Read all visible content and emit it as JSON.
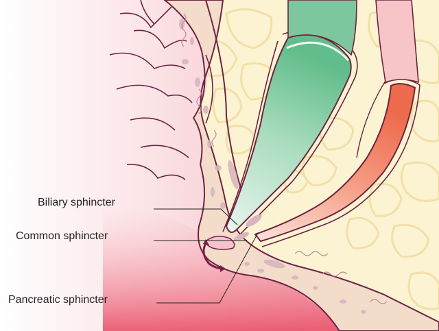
{
  "labels": {
    "biliary": "Biliary sphincter",
    "common": "Common sphincter",
    "pancreatic": "Pancreatic sphincter"
  },
  "colors": {
    "mucosa_pink": "#f7c9cf",
    "mucosa_deep": "#e8475f",
    "wall_tan": "#f4dccb",
    "fat_yellow": "#fcf3d2",
    "fat_line": "#f0dfa3",
    "bile_green": "#6fc296",
    "pancreatic_orange": "#ef7053",
    "outline_plum": "#6d2242",
    "leader": "#231f20"
  }
}
